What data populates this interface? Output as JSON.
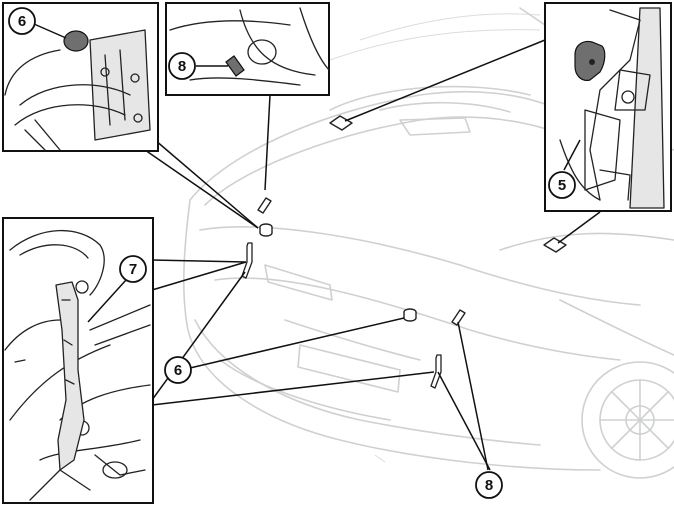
{
  "callouts": {
    "c6_top": "6",
    "c8_top": "8",
    "c5": "5",
    "c7": "7",
    "c6_bottom": "6",
    "c8_bottom": "8"
  }
}
